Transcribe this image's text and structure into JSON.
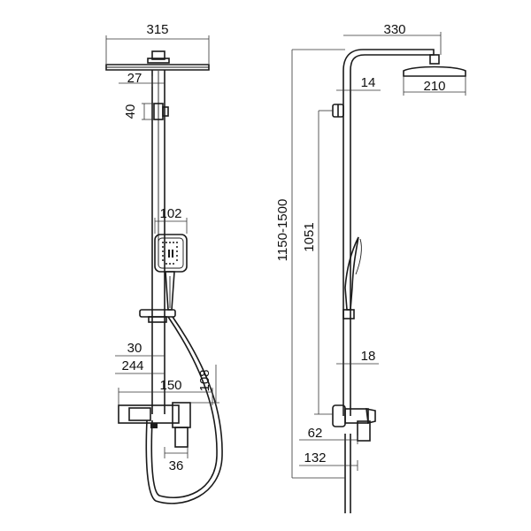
{
  "front_view": {
    "head_width": "315",
    "head_offset": "27",
    "holder_height": "40",
    "hand_width": "102",
    "slider_gap": "30",
    "mixer_width": "244",
    "mixer_depth": "150",
    "mixer_height": "108",
    "spout_width": "36"
  },
  "side_view": {
    "arm_reach": "330",
    "head_diameter": "210",
    "head_thickness": "14",
    "total_height": "1150-1500",
    "rail_height": "1051",
    "slider_offset": "18",
    "outlet_offset": "62",
    "wall_offset": "132"
  }
}
